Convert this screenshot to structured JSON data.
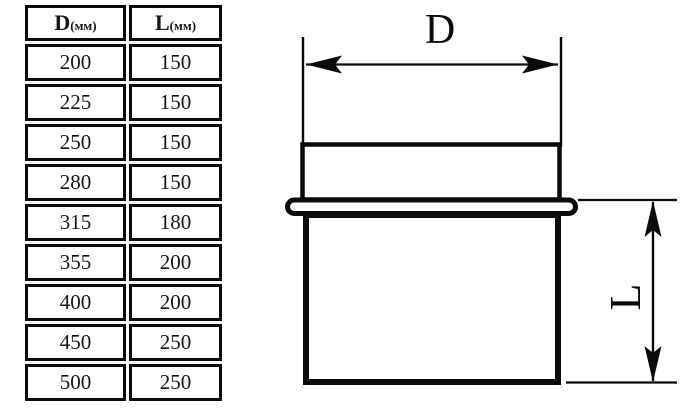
{
  "table": {
    "headers": [
      {
        "main": "D",
        "unit": "(мм)"
      },
      {
        "main": "L",
        "unit": "(мм)"
      }
    ],
    "rows": [
      {
        "d": "200",
        "l": "150"
      },
      {
        "d": "225",
        "l": "150"
      },
      {
        "d": "250",
        "l": "150"
      },
      {
        "d": "280",
        "l": "150"
      },
      {
        "d": "315",
        "l": "180"
      },
      {
        "d": "355",
        "l": "200"
      },
      {
        "d": "400",
        "l": "200"
      },
      {
        "d": "450",
        "l": "250"
      },
      {
        "d": "500",
        "l": "250"
      }
    ]
  },
  "diagram": {
    "d_label": "D",
    "l_label": "L"
  },
  "colors": {
    "ink": "#0a0a0a",
    "paper": "#ffffff"
  }
}
